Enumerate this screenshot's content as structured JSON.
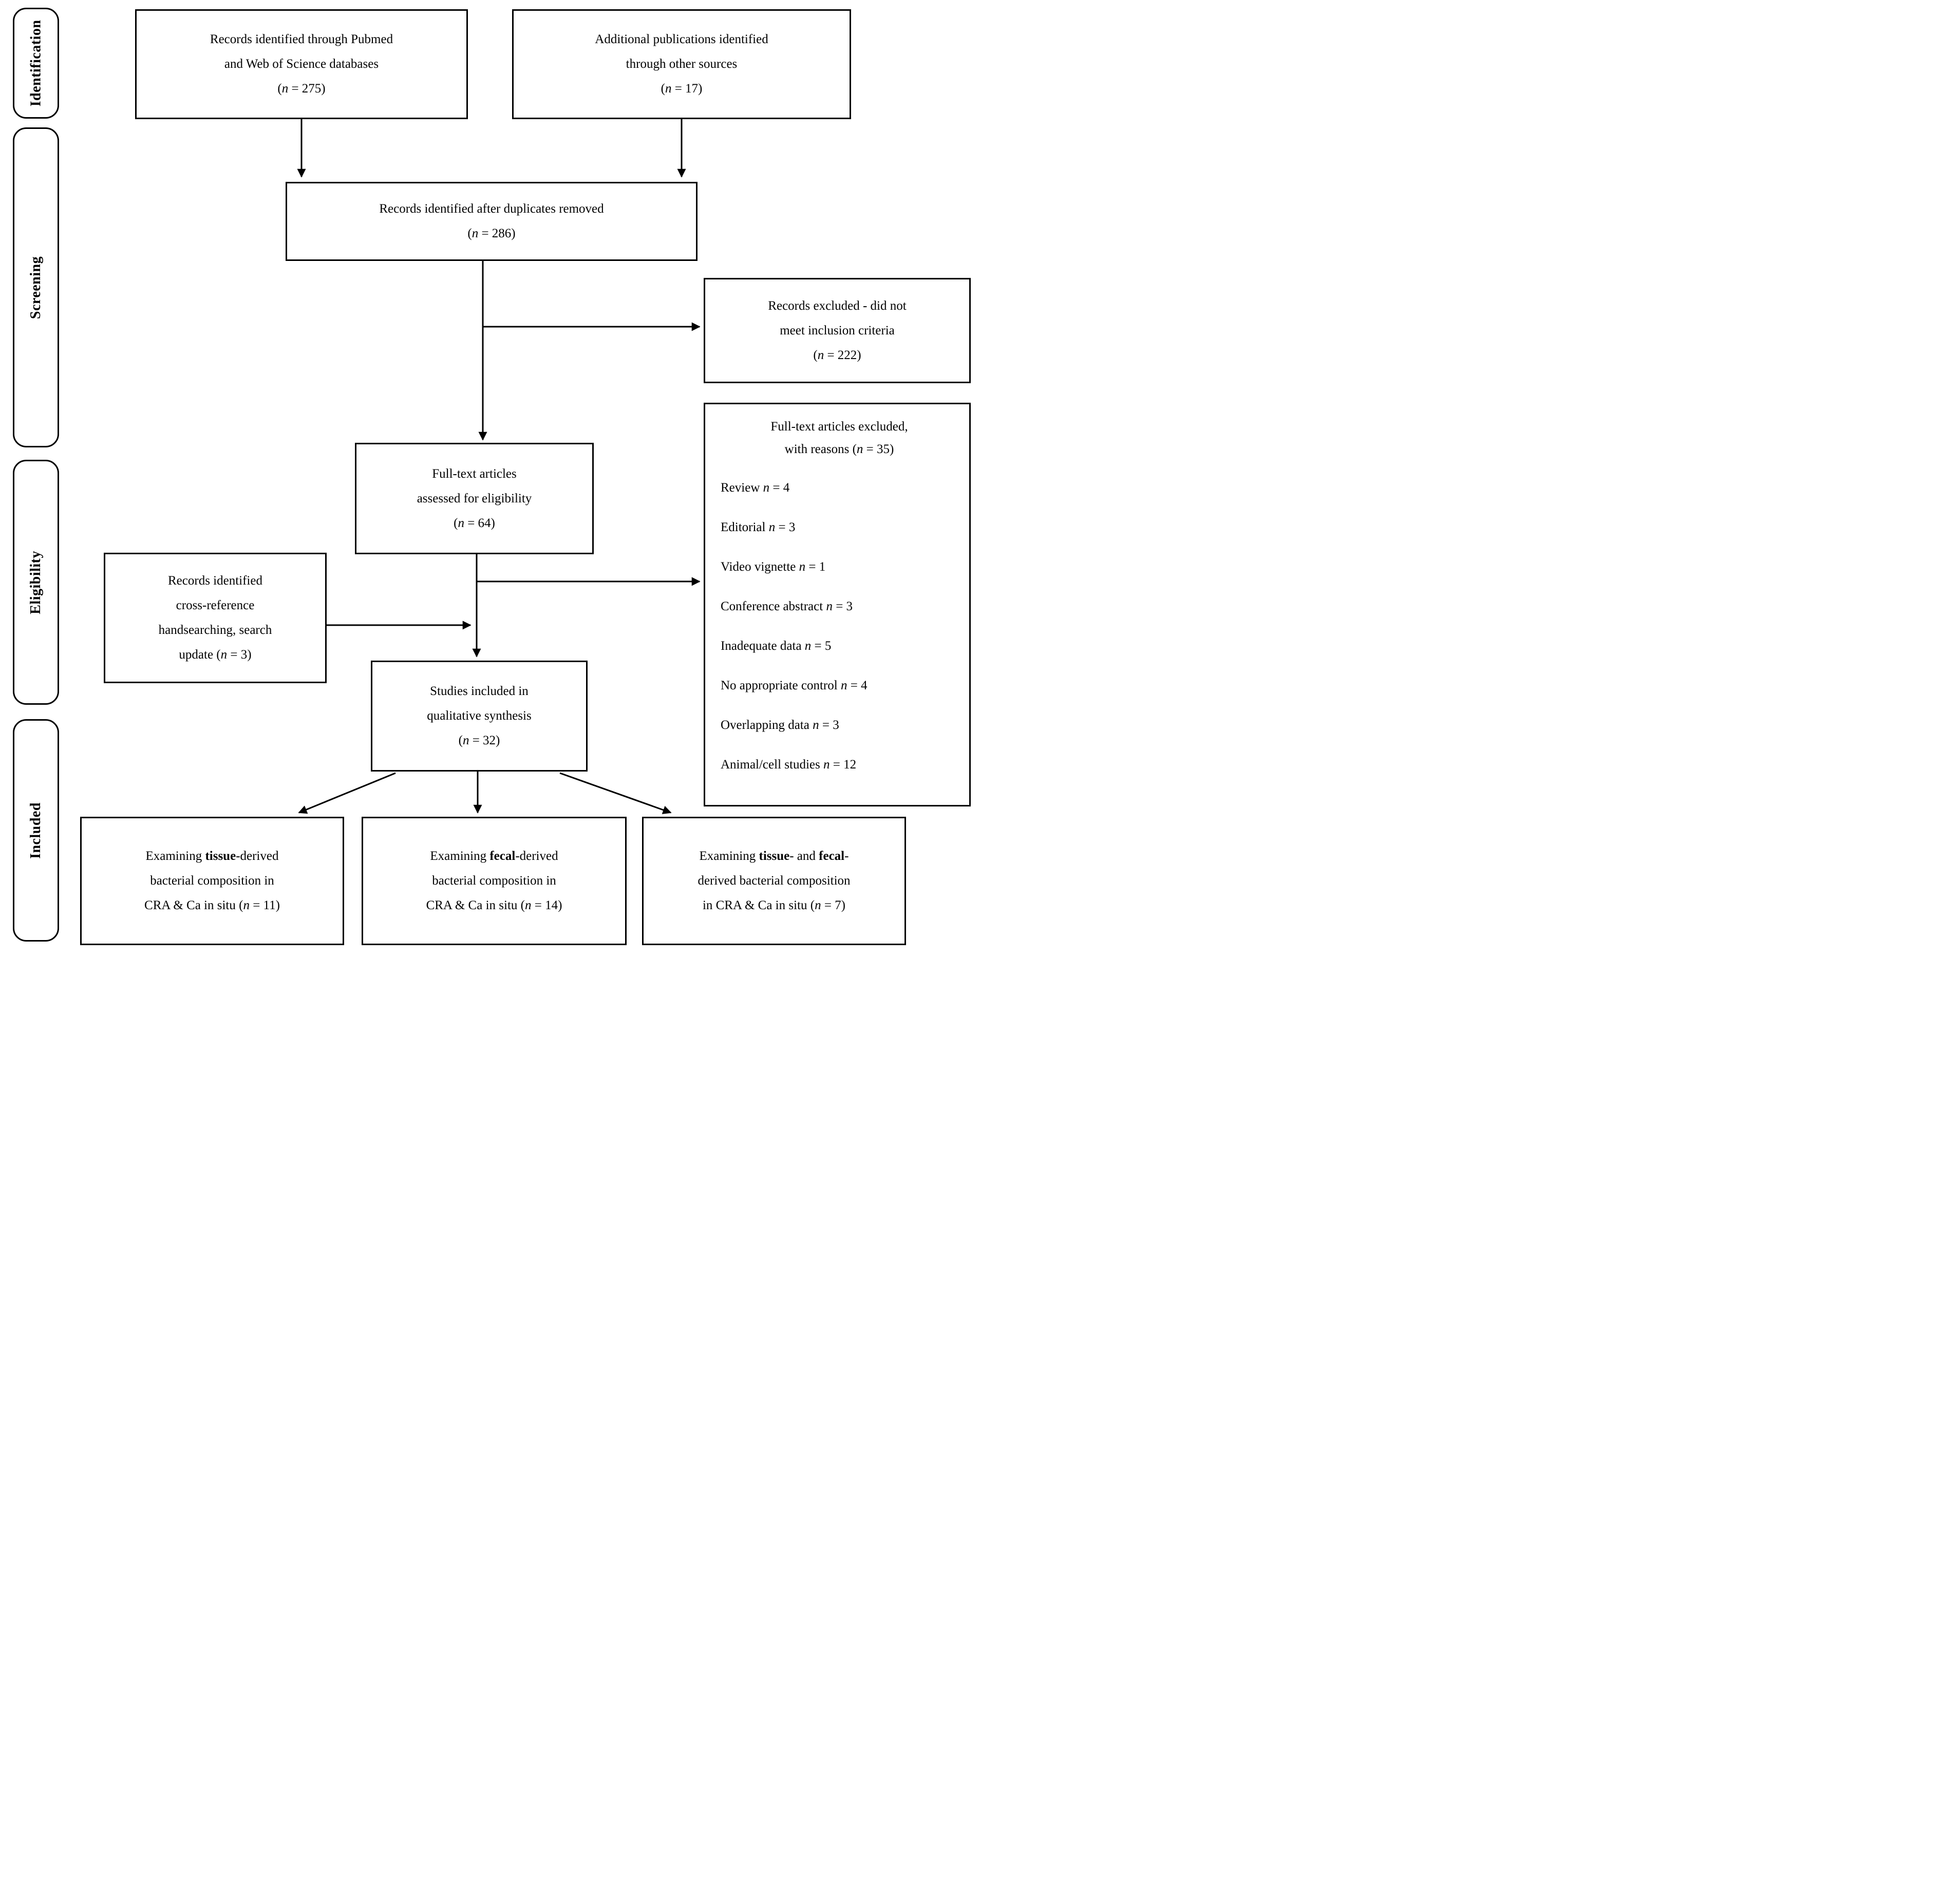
{
  "colors": {
    "ink": "#000000",
    "paper": "#ffffff"
  },
  "stages": {
    "identification": "Identification",
    "screening": "Screening",
    "eligibility": "Eligibility",
    "included": "Included"
  },
  "boxes": {
    "records_databases": {
      "segments": [
        {
          "t": "Records identified through Pubmed"
        },
        {
          "br": true
        },
        {
          "t": "and Web of Science databases"
        },
        {
          "br": true
        },
        {
          "t": "("
        },
        {
          "t": "n",
          "i": true
        },
        {
          "t": " = 275)"
        }
      ]
    },
    "additional_sources": {
      "segments": [
        {
          "t": "Additional publications identified"
        },
        {
          "br": true
        },
        {
          "t": "through other sources"
        },
        {
          "br": true
        },
        {
          "t": "("
        },
        {
          "t": "n",
          "i": true
        },
        {
          "t": " = 17)"
        }
      ]
    },
    "duplicates_removed": {
      "segments": [
        {
          "t": "Records identified after duplicates removed"
        },
        {
          "br": true
        },
        {
          "t": "("
        },
        {
          "t": "n",
          "i": true
        },
        {
          "t": " = 286)"
        }
      ]
    },
    "records_excluded": {
      "segments": [
        {
          "t": "Records excluded - did not"
        },
        {
          "br": true
        },
        {
          "t": "meet inclusion criteria"
        },
        {
          "br": true
        },
        {
          "t": "("
        },
        {
          "t": "n",
          "i": true
        },
        {
          "t": " = 222)"
        }
      ]
    },
    "fulltext_assessed": {
      "segments": [
        {
          "t": "Full-text articles"
        },
        {
          "br": true
        },
        {
          "t": "assessed for eligibility"
        },
        {
          "br": true
        },
        {
          "t": "("
        },
        {
          "t": "n",
          "i": true
        },
        {
          "t": " = 64)"
        }
      ]
    },
    "fulltext_excluded": {
      "header_segments": [
        {
          "t": "Full-text articles excluded,"
        },
        {
          "br": true
        },
        {
          "t": "with reasons ("
        },
        {
          "t": "n",
          "i": true
        },
        {
          "t": " = 35)"
        }
      ],
      "reasons": [
        [
          {
            "t": "Review "
          },
          {
            "t": "n",
            "i": true
          },
          {
            "t": " = 4"
          }
        ],
        [
          {
            "t": "Editorial "
          },
          {
            "t": "n",
            "i": true
          },
          {
            "t": " = 3"
          }
        ],
        [
          {
            "t": "Video vignette "
          },
          {
            "t": "n",
            "i": true
          },
          {
            "t": " = 1"
          }
        ],
        [
          {
            "t": "Conference abstract "
          },
          {
            "t": "n",
            "i": true
          },
          {
            "t": " = 3"
          }
        ],
        [
          {
            "t": "Inadequate data "
          },
          {
            "t": "n",
            "i": true
          },
          {
            "t": " = 5"
          }
        ],
        [
          {
            "t": "No appropriate control "
          },
          {
            "t": "n",
            "i": true
          },
          {
            "t": " = 4"
          }
        ],
        [
          {
            "t": "Overlapping data "
          },
          {
            "t": "n",
            "i": true
          },
          {
            "t": " = 3"
          }
        ],
        [
          {
            "t": "Animal/cell studies "
          },
          {
            "t": "n",
            "i": true
          },
          {
            "t": " = 12"
          }
        ]
      ]
    },
    "crossref_handsearch": {
      "segments": [
        {
          "t": "Records identified"
        },
        {
          "br": true
        },
        {
          "t": "cross-reference"
        },
        {
          "br": true
        },
        {
          "t": "handsearching, search"
        },
        {
          "br": true
        },
        {
          "t": "update ("
        },
        {
          "t": "n",
          "i": true
        },
        {
          "t": " = 3)"
        }
      ]
    },
    "studies_included": {
      "segments": [
        {
          "t": "Studies included in"
        },
        {
          "br": true
        },
        {
          "t": "qualitative synthesis"
        },
        {
          "br": true
        },
        {
          "t": "("
        },
        {
          "t": "n",
          "i": true
        },
        {
          "t": " = 32)"
        }
      ]
    },
    "tissue_derived": {
      "segments": [
        {
          "t": "Examining "
        },
        {
          "t": "tissue",
          "b": true
        },
        {
          "t": "-derived"
        },
        {
          "br": true
        },
        {
          "t": "bacterial composition in"
        },
        {
          "br": true
        },
        {
          "t": "CRA & Ca in situ ("
        },
        {
          "t": "n",
          "i": true
        },
        {
          "t": " = 11)"
        }
      ]
    },
    "fecal_derived": {
      "segments": [
        {
          "t": "Examining "
        },
        {
          "t": "fecal",
          "b": true
        },
        {
          "t": "-derived"
        },
        {
          "br": true
        },
        {
          "t": "bacterial composition in"
        },
        {
          "br": true
        },
        {
          "t": "CRA & Ca in situ ("
        },
        {
          "t": "n",
          "i": true
        },
        {
          "t": " = 14)"
        }
      ]
    },
    "tissue_fecal_derived": {
      "segments": [
        {
          "t": "Examining "
        },
        {
          "t": "tissue",
          "b": true
        },
        {
          "t": "- and "
        },
        {
          "t": "fecal",
          "b": true
        },
        {
          "t": "-"
        },
        {
          "br": true
        },
        {
          "t": "derived bacterial composition"
        },
        {
          "br": true
        },
        {
          "t": "in CRA & Ca in situ ("
        },
        {
          "t": "n",
          "i": true
        },
        {
          "t": " = 7)"
        }
      ]
    }
  }
}
